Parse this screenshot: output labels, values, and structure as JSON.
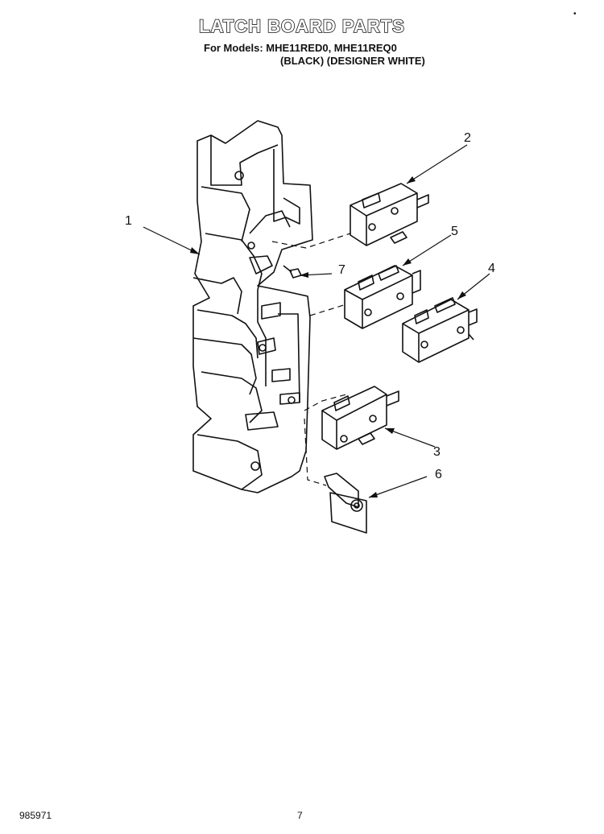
{
  "header": {
    "title": "LATCH BOARD PARTS",
    "models": "For Models: MHE11RED0, MHE11REQ0",
    "colors": "(BLACK) (DESIGNER WHITE)"
  },
  "callouts": [
    "1",
    "2",
    "3",
    "4",
    "5",
    "6",
    "7"
  ],
  "footer": {
    "doc_number": "985971",
    "page_number": "7"
  },
  "corner_mark": "•"
}
